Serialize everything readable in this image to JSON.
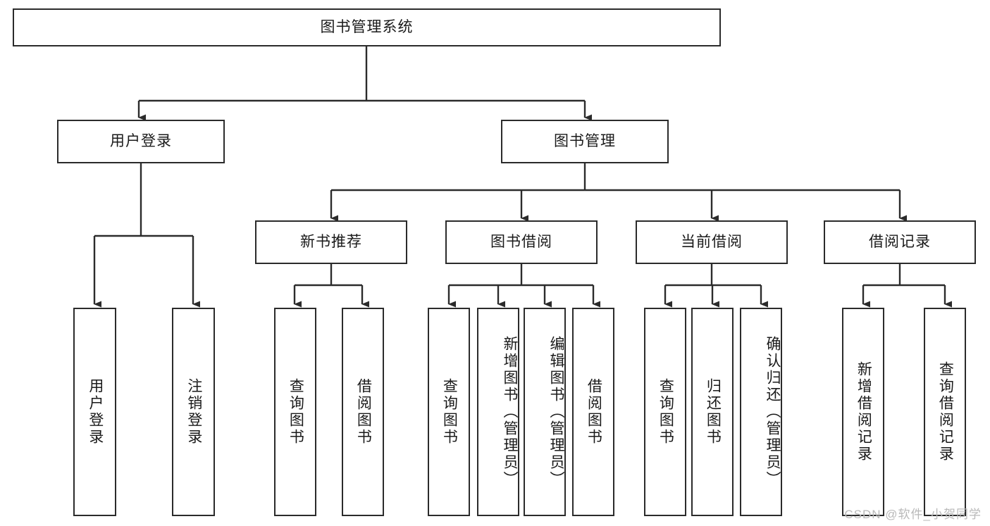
{
  "diagram": {
    "title": "图书管理系统",
    "type": "hierarchy-tree",
    "watermark": "CSDN @软件_小贺同学",
    "colors": {
      "background": "#ffffff",
      "box_border": "#2b2b2b",
      "box_fill": "#ffffff",
      "text": "#1a1a1a",
      "connector": "#2b2b2b",
      "watermark": "#b9b9b9"
    },
    "root": {
      "label": "图书管理系统"
    },
    "level2": [
      {
        "label": "用户登录"
      },
      {
        "label": "图书管理"
      }
    ],
    "level3": [
      {
        "label": "新书推荐"
      },
      {
        "label": "图书借阅"
      },
      {
        "label": "当前借阅"
      },
      {
        "label": "借阅记录"
      }
    ],
    "leaves": {
      "user_login": [
        {
          "label": "用户登录"
        },
        {
          "label": "注销登录"
        }
      ],
      "new_book_recommend": [
        {
          "label": "查询图书"
        },
        {
          "label": "借阅图书"
        }
      ],
      "book_borrow": [
        {
          "label": "查询图书"
        },
        {
          "label": "新增图书（管理员）"
        },
        {
          "label": "编辑图书（管理员）"
        },
        {
          "label": "借阅图书"
        }
      ],
      "current_borrow": [
        {
          "label": "查询图书"
        },
        {
          "label": "归还图书"
        },
        {
          "label": "确认归还（管理员）"
        }
      ],
      "borrow_record": [
        {
          "label": "新增借阅记录"
        },
        {
          "label": "查询借阅记录"
        }
      ]
    }
  }
}
